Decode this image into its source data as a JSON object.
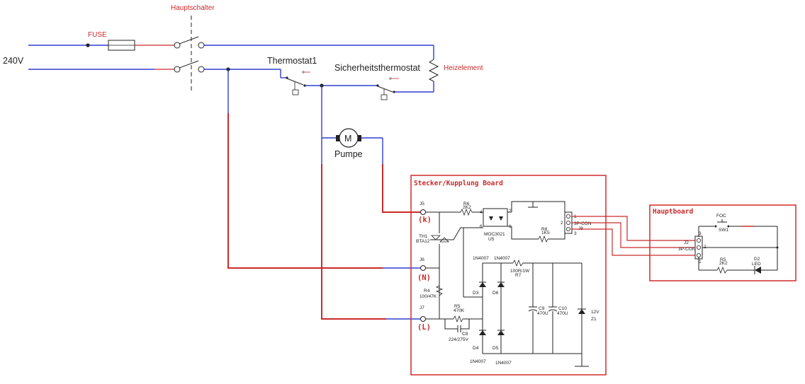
{
  "labels": {
    "hauptschalter": "Hauptschalter",
    "fuse": "FUSE",
    "voltage": "240V",
    "thermostat1": "Thermostat1",
    "sicherheitsthermostat": "Sicherheitsthermostat",
    "heizelement": "Heizelement",
    "pumpe": "Pumpe",
    "motor_letter": "M"
  },
  "boards": {
    "stecker_title": "Stecker/Kupplung Board",
    "haupt_title": "Hauptboard"
  },
  "connectors": {
    "k": "(k)",
    "n": "(N)",
    "l": "(L)",
    "j5": "J5",
    "j6": "J6",
    "j7": "J7",
    "j8": "J8",
    "j2": "J2",
    "j8_type": "3P-CON",
    "j2_type": "3P-CON"
  },
  "components": {
    "r6_name": "R6",
    "r6_val": "2K2",
    "triac_name": "TH1",
    "triac_part": "BTA12",
    "opto_part": "MOC3021",
    "opto_ref": "U5",
    "r8_name": "R8",
    "r8_val": "1K5",
    "d_part": "1N4007",
    "r_top_val": "100R/1W",
    "r_top_ref": "R7",
    "d3": "D3",
    "d6": "D6",
    "d4": "D4",
    "d5": "D5",
    "r4_name": "R4",
    "r4_val": "100/47K",
    "r5_name": "R5",
    "r5_val": "470K",
    "c8_name": "C8",
    "c8_val": "224/275V",
    "c9_name": "C9",
    "c9_val": "470U",
    "c10_name": "C10",
    "c10_val": "470U",
    "z1_val": "12V",
    "z1_name": "Z1",
    "foc": "FOC",
    "sw1": "SW1",
    "r5h_name": "R5",
    "r5h_val": "2K2",
    "d2_name": "D2",
    "d2_type": "LED"
  }
}
